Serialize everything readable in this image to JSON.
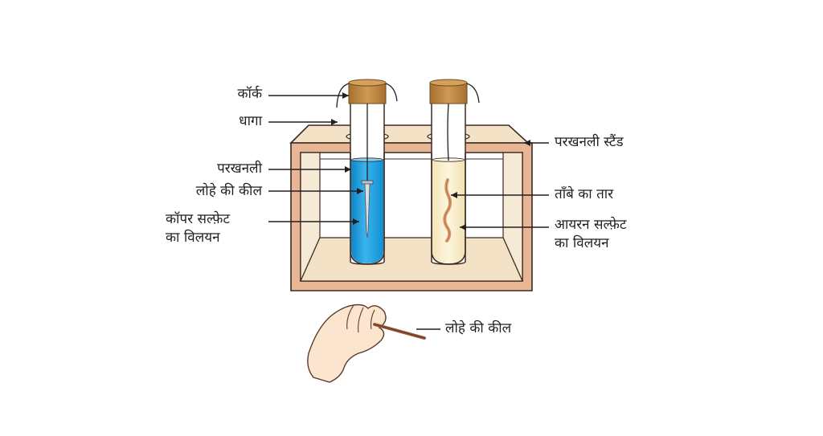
{
  "labels": {
    "cork": "कॉर्क",
    "thread": "धागा",
    "test_tube": "परखनली",
    "iron_nail": "लोहे की कील",
    "copper_sulphate_line1": "कॉपर सल्फ़ेट",
    "copper_sulphate_line2": "का विलयन",
    "test_tube_stand": "परखनली स्टैंड",
    "copper_wire": "ताँबे का तार",
    "iron_sulphate_line1": "आयरन सल्फ़ेट",
    "iron_sulphate_line2": "का विलयन",
    "iron_nail_hand": "लोहे की कील"
  },
  "colors": {
    "stand_frame": "#e8b595",
    "stand_inner": "#f6ead6",
    "stand_outline": "#3b2b22",
    "copper_sulphate": "#1fa3e3",
    "iron_sulphate": "#fbf1cf",
    "cork": "#c08640",
    "line": "#231f20",
    "skin": "#fbe5cf"
  }
}
